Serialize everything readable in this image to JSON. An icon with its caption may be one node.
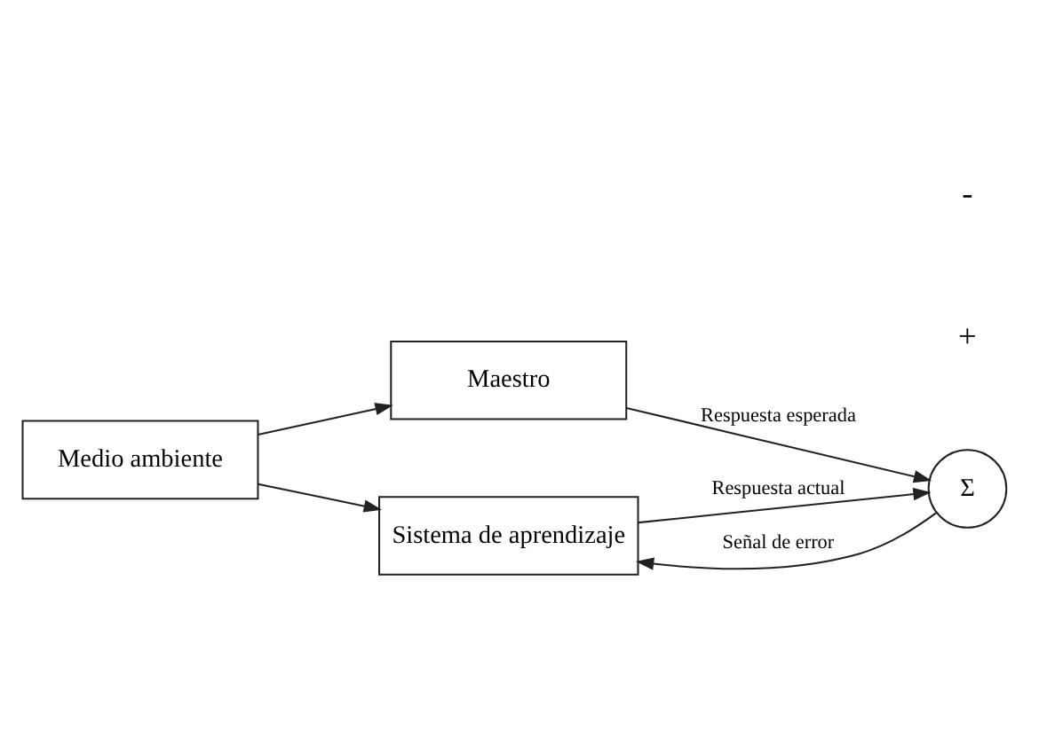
{
  "diagram": {
    "nodes": [
      {
        "text": [
          "Medio ambiente"
        ]
      },
      {
        "text": [
          "Maestro"
        ]
      },
      {
        "text": [
          "Sistema de aprendizaje"
        ]
      },
      {
        "text": [
          "Σ"
        ]
      }
    ],
    "edges": [
      {
        "from": 0,
        "to": 1,
        "arrow": "to"
      },
      {
        "from": 0,
        "to": 2,
        "arrow": "to"
      },
      {
        "from": 1,
        "to": 3,
        "arrow": "to",
        "label": "Respuesta esperada"
      },
      {
        "from": 2,
        "to": 3,
        "arrow": "to",
        "label": "Respuesta actual"
      },
      {
        "from": 3,
        "to": 2,
        "arrow": "to",
        "label": "Señal de error"
      }
    ],
    "labels": [
      "+",
      "-"
    ]
  }
}
